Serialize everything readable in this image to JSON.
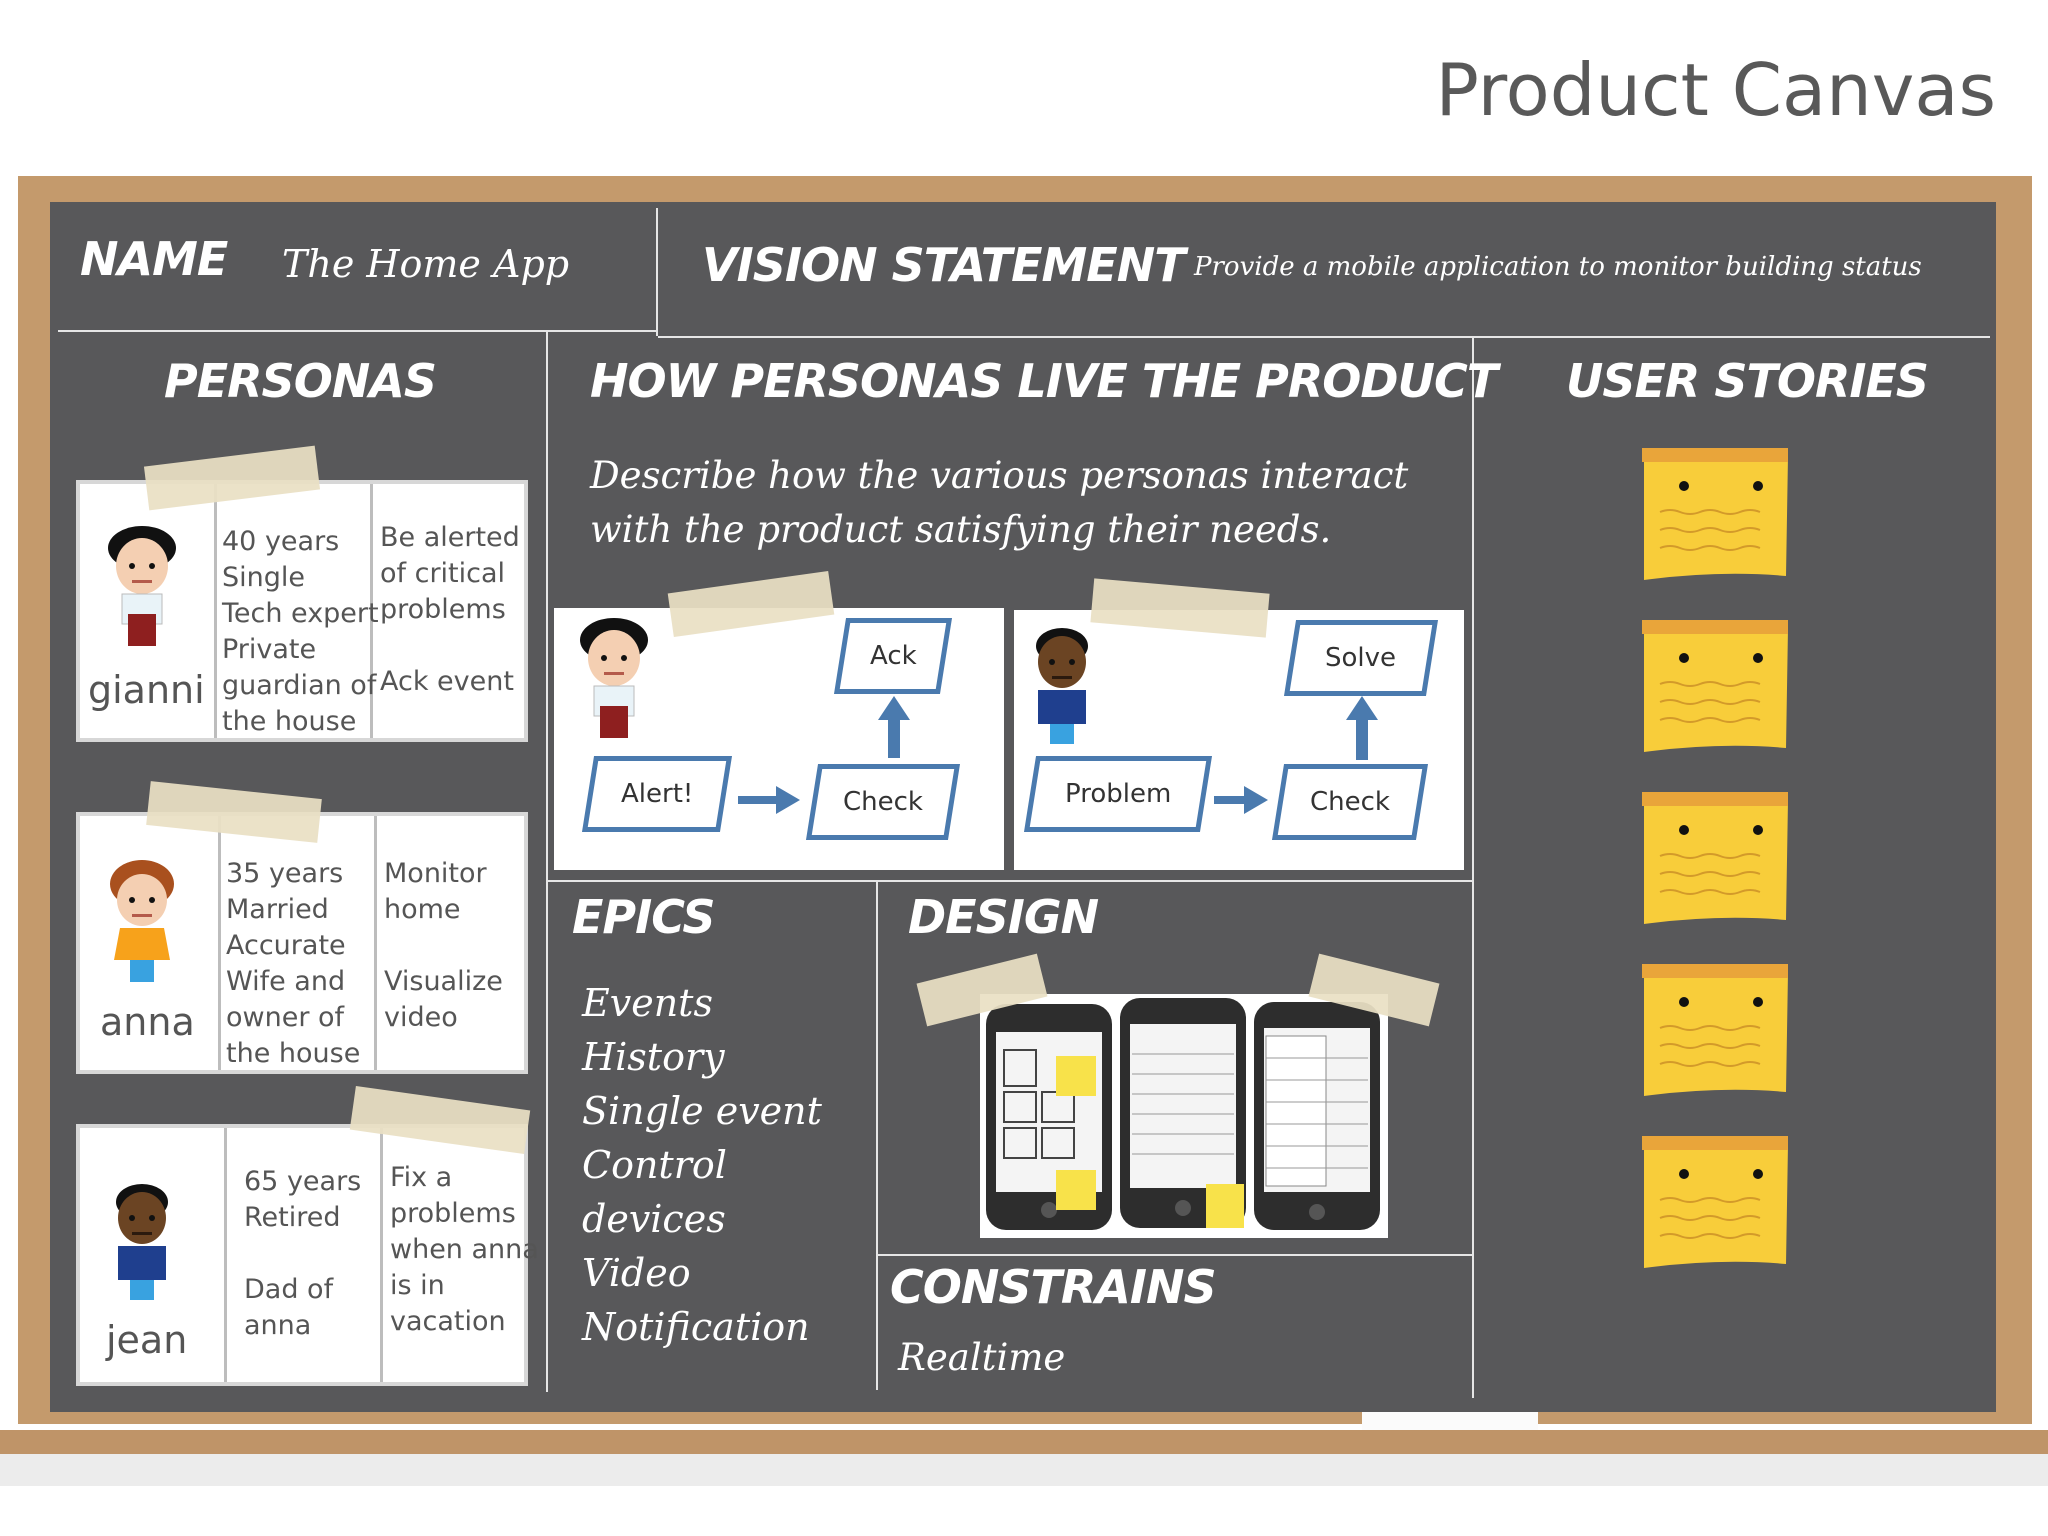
{
  "page_title": "Product Canvas",
  "name": {
    "label": "NAME",
    "value": "The Home App"
  },
  "vision": {
    "label": "VISION STATEMENT",
    "value": "Provide a mobile application to monitor building status"
  },
  "personas": {
    "label": "PERSONAS",
    "items": [
      {
        "name": "gianni",
        "details": "40 years\nSingle\nTech expert\nPrivate\nguardian of\nthe house",
        "needs": "Be alerted\nof critical\nproblems\n\nAck event"
      },
      {
        "name": "anna",
        "details": "35 years\nMarried\nAccurate\nWife and\nowner of\nthe house",
        "needs": "Monitor\nhome\n\nVisualize\nvideo"
      },
      {
        "name": "jean",
        "details": "65 years\nRetired\n\nDad of\nanna",
        "needs": "Fix a\nproblems\nwhen anna\nis in\nvacation"
      }
    ]
  },
  "how": {
    "label": "HOW PERSONAS LIVE THE PRODUCT",
    "description_1": "Describe how the various personas interact",
    "description_2": "with the product satisfying their needs.",
    "flows": [
      {
        "start": "Alert!",
        "middle": "Check",
        "end": "Ack"
      },
      {
        "start": "Problem",
        "middle": "Check",
        "end": "Solve"
      }
    ]
  },
  "user_stories": {
    "label": "USER STORIES",
    "count": 5
  },
  "epics": {
    "label": "EPICS",
    "items": [
      "Events",
      "History",
      "Single event",
      "Control",
      "devices",
      "Video",
      "Notification"
    ]
  },
  "design": {
    "label": "DESIGN"
  },
  "constrains": {
    "label": "CONSTRAINS",
    "value": "Realtime"
  },
  "colors": {
    "board": "#58585a",
    "frame": "#c49a6c",
    "arrow": "#4a7aae",
    "sticky": "#f8cd3a",
    "sticky_tab": "#e9a53a"
  }
}
